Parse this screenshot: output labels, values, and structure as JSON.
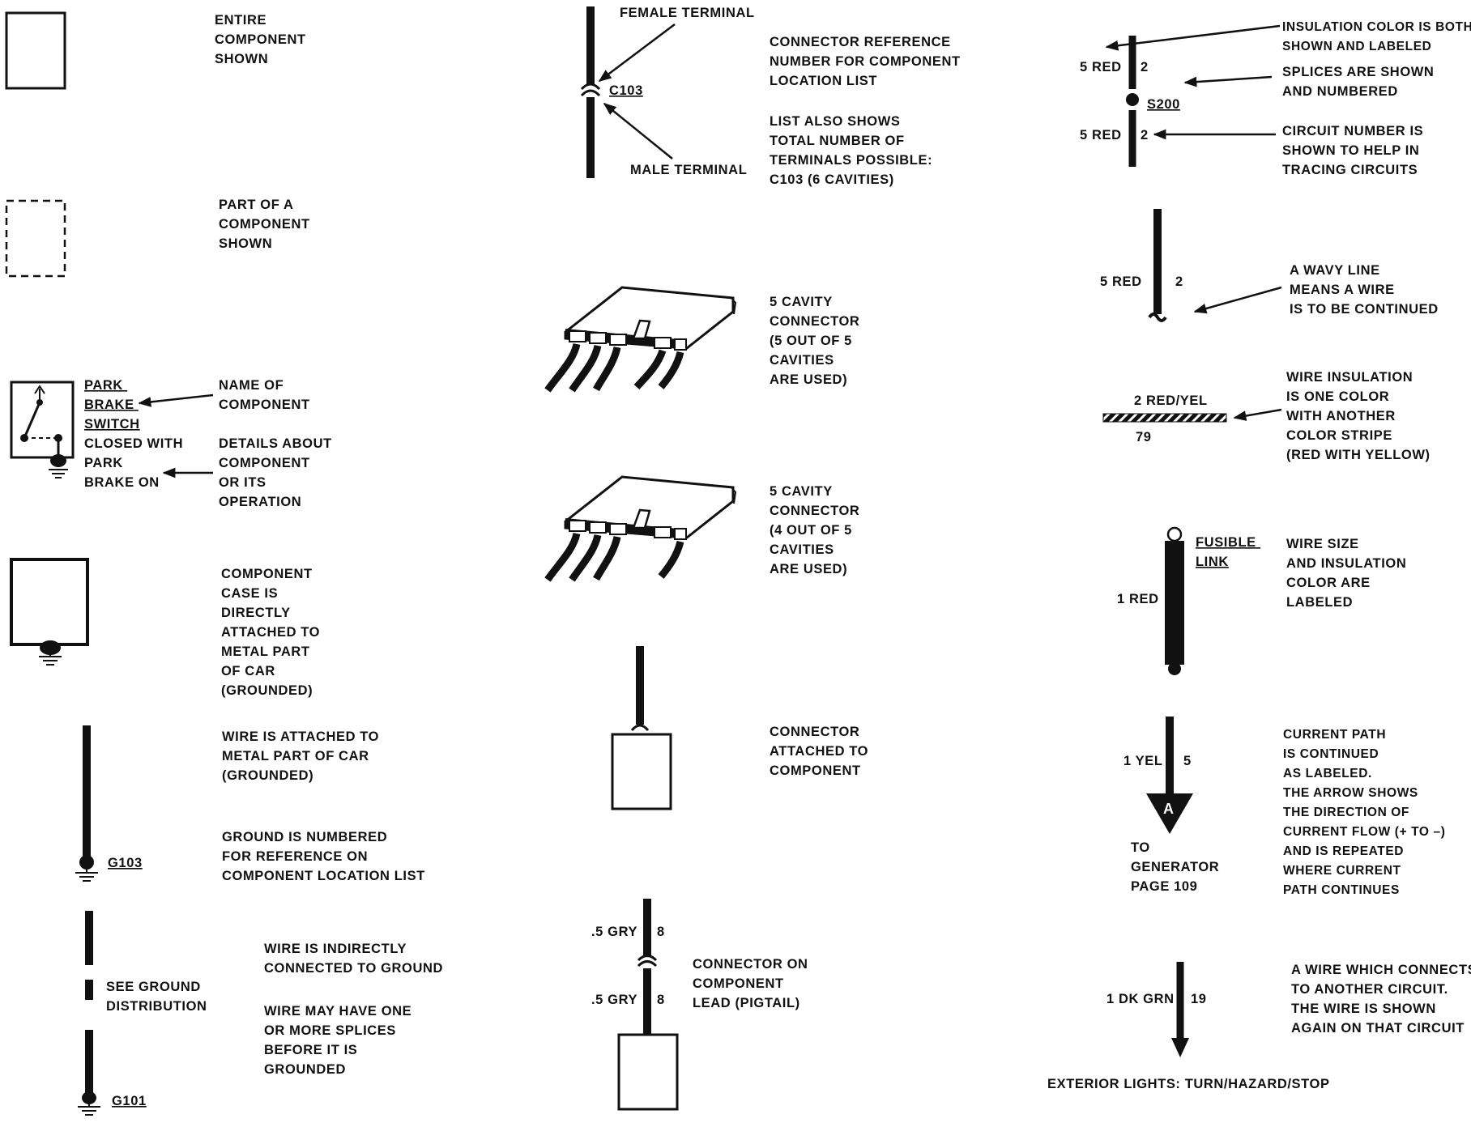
{
  "left": {
    "entire": [
      "ENTIRE",
      "COMPONENT",
      "SHOWN"
    ],
    "part": [
      "PART OF A",
      "COMPONENT",
      "SHOWN"
    ],
    "switch_name": [
      "PARK",
      "BRAKE",
      "SWITCH"
    ],
    "switch_state": [
      "CLOSED WITH",
      "PARK",
      "BRAKE ON"
    ],
    "name_of": [
      "NAME OF",
      "COMPONENT"
    ],
    "details": [
      "DETAILS ABOUT",
      "COMPONENT",
      "OR ITS",
      "OPERATION"
    ],
    "case_grounded": [
      "COMPONENT",
      "CASE IS",
      "DIRECTLY",
      "ATTACHED TO",
      "METAL PART",
      "OF CAR",
      "(GROUNDED)"
    ],
    "wire_attached": [
      "WIRE IS ATTACHED TO",
      "METAL PART OF CAR",
      "(GROUNDED)"
    ],
    "ground_numbered": [
      "GROUND IS  NUMBERED",
      "FOR REFERENCE ON",
      "COMPONENT LOCATION LIST"
    ],
    "ground_id_1": "G103",
    "see_ground": [
      "SEE GROUND",
      "DISTRIBUTION"
    ],
    "indirect": [
      "WIRE IS INDIRECTLY",
      "CONNECTED TO GROUND"
    ],
    "splices": [
      "WIRE MAY HAVE ONE",
      "OR MORE SPLICES",
      "BEFORE IT IS",
      "GROUNDED"
    ],
    "ground_id_2": "G101"
  },
  "middle": {
    "female_terminal": "FEMALE TERMINAL",
    "male_terminal": "MALE TERMINAL",
    "connector_id": "C103",
    "connector_ref": [
      "CONNECTOR REFERENCE",
      "NUMBER FOR COMPONENT",
      "LOCATION LIST"
    ],
    "list_shows": [
      "LIST ALSO SHOWS",
      "TOTAL NUMBER OF",
      "TERMINALS POSSIBLE:",
      "C103 (6 CAVITIES)"
    ],
    "cavity5": [
      "5 CAVITY",
      "CONNECTOR",
      "(5 OUT OF 5",
      "CAVITIES",
      "ARE USED)"
    ],
    "cavity4": [
      "5 CAVITY",
      "CONNECTOR",
      "(4 OUT OF 5",
      "CAVITIES",
      "ARE USED)"
    ],
    "attached": [
      "CONNECTOR",
      "ATTACHED TO",
      "COMPONENT"
    ],
    "gry_top": ".5 GRY",
    "gry_top_num": "8",
    "gry_bottom": ".5 GRY",
    "gry_bottom_num": "8",
    "pigtail": [
      "CONNECTOR ON",
      "COMPONENT",
      "LEAD (PIGTAIL)"
    ]
  },
  "right": {
    "red_top": "5 RED",
    "red_top_num": "2",
    "red_bottom": "5 RED",
    "red_bottom_num": "2",
    "splice_id": "S200",
    "insulation_color": [
      "INSULATION COLOR IS BOTH",
      "SHOWN AND LABELED"
    ],
    "splices_shown": [
      "SPLICES ARE SHOWN",
      "AND NUMBERED"
    ],
    "circuit_number": [
      "CIRCUIT NUMBER IS",
      "SHOWN TO HELP IN",
      "TRACING CIRCUITS"
    ],
    "wavy_red": "5 RED",
    "wavy_num": "2",
    "wavy": [
      "A WAVY LINE",
      "MEANS A WIRE",
      "IS TO BE CONTINUED"
    ],
    "stripe_label": "2 RED/YEL",
    "stripe_num": "79",
    "stripe": [
      "WIRE INSULATION",
      "IS ONE COLOR",
      "WITH ANOTHER",
      "COLOR STRIPE",
      "(RED WITH YELLOW)"
    ],
    "fusible": [
      "FUSIBLE",
      "LINK"
    ],
    "fusible_red": "1 RED",
    "wire_size": [
      "WIRE SIZE",
      "AND INSULATION",
      "COLOR ARE",
      "LABELED"
    ],
    "yel": "1 YEL",
    "yel_num": "5",
    "arrow_letter": "A",
    "to_generator": [
      "TO",
      "GENERATOR",
      "PAGE 109"
    ],
    "current_path": [
      "CURRENT PATH",
      "IS CONTINUED",
      "AS LABELED.",
      "THE ARROW SHOWS",
      "THE DIRECTION OF",
      "CURRENT FLOW (+ TO –)",
      "AND IS REPEATED",
      "WHERE CURRENT",
      "PATH CONTINUES"
    ],
    "dkgrn": "1 DK GRN",
    "dkgrn_num": "19",
    "connects": [
      "A WIRE WHICH CONNECTS",
      "TO ANOTHER CIRCUIT.",
      "THE WIRE IS SHOWN",
      "AGAIN ON THAT CIRCUIT"
    ],
    "footer": "EXTERIOR LIGHTS: TURN/HAZARD/STOP"
  }
}
